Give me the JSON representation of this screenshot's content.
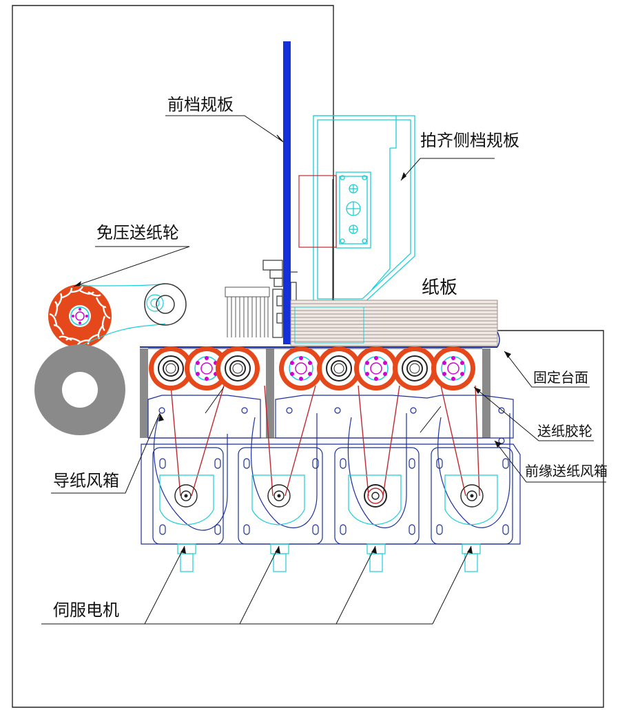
{
  "labels": {
    "front_stop_plate": "前档规板",
    "side_jogger_plate": "拍齐侧档规板",
    "non_crush_feed_wheel": "免压送纸轮",
    "paperboard": "纸板",
    "fixed_table": "固定台面",
    "feed_rubber_wheel": "送纸胶轮",
    "guide_vacuum_box": "导纸风箱",
    "leading_edge_vacuum_box": "前缘送纸风箱",
    "servo_motor": "伺服电机"
  },
  "colors": {
    "line": "#222222",
    "blue_plate": "#1430d8",
    "cyan": "#19cfd8",
    "navy": "#1a2fa0",
    "roller_orange": "#e5481a",
    "leader": "#111111",
    "magenta": "#d200d2",
    "belt_red": "#c0282e",
    "grey_roll": "#8a8a8a",
    "dark_grey": "#555555",
    "board_tan": "#9c8a80"
  },
  "icons": [
    "sprocket-roller-icon",
    "bearing-icon",
    "motor-pulley-icon"
  ]
}
